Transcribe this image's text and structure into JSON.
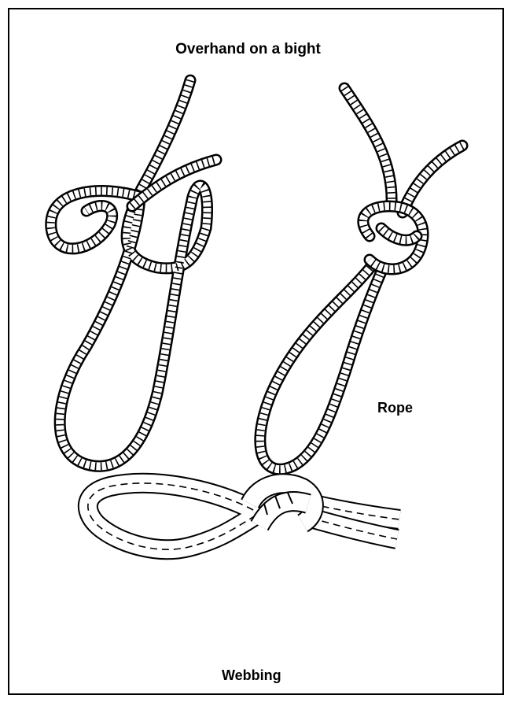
{
  "figure": {
    "title": "Overhand on a bight",
    "rope_label": "Rope",
    "webbing_label": "Webbing"
  },
  "colors": {
    "ink": "#000000",
    "paper": "#ffffff"
  }
}
